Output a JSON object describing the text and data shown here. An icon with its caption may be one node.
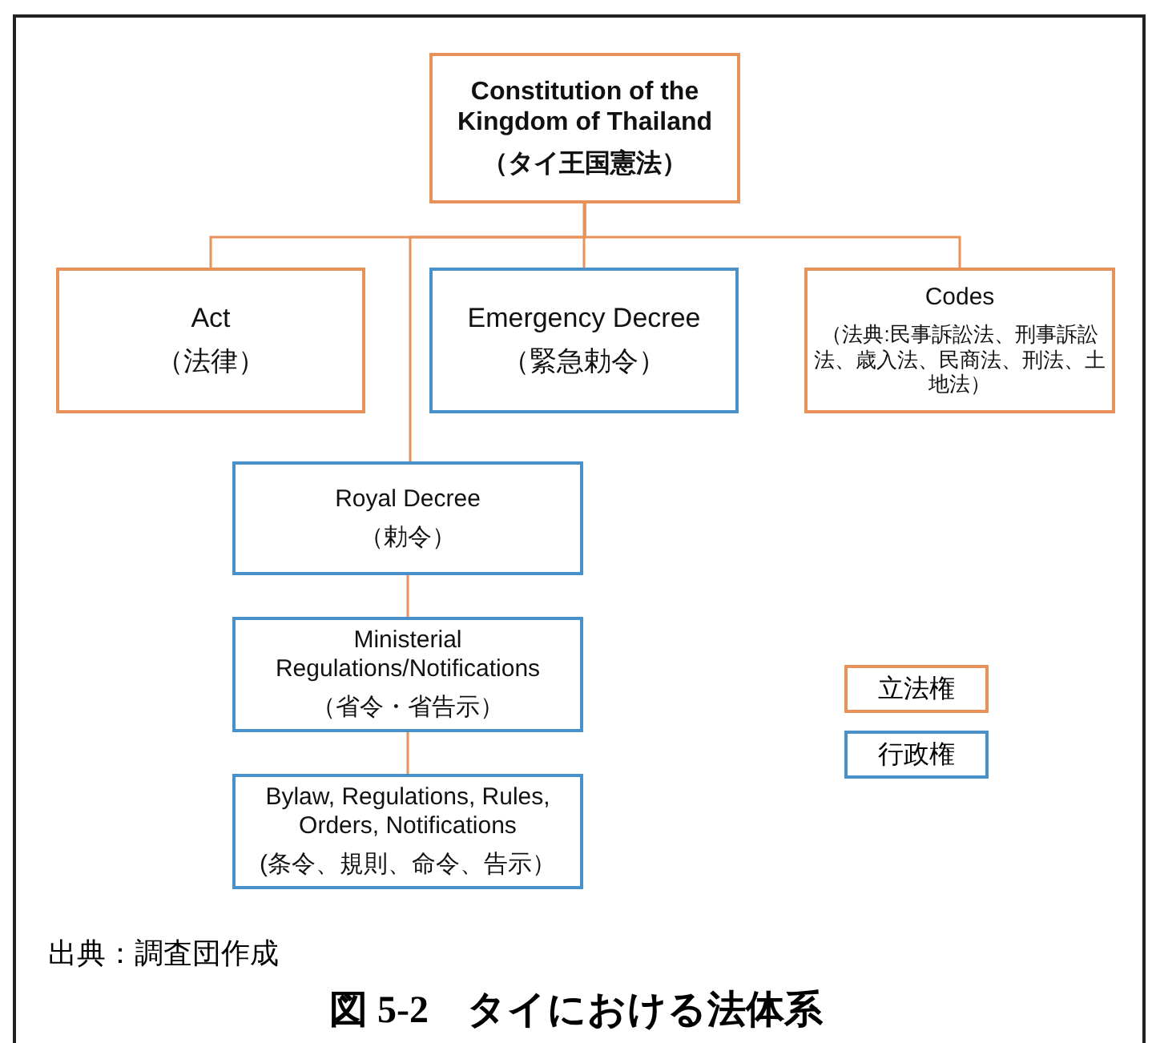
{
  "diagram": {
    "caption": "図 5-2　タイにおける法体系",
    "nodes": [
      {
        "text": [
          "Constitution of the Kingdom of Thailand",
          "（タイ王国憲法）"
        ]
      },
      {
        "text": [
          "Act",
          "（法律）"
        ]
      },
      {
        "text": [
          "Emergency Decree",
          "（緊急勅令）"
        ]
      },
      {
        "text": [
          "Codes",
          "（法典:民事訴訟法、刑事訴訟法、歳入法、民商法、刑法、土地法）"
        ]
      },
      {
        "text": [
          "Royal Decree",
          "（勅令）"
        ]
      },
      {
        "text": [
          "Ministerial Regulations/Notifications",
          "（省令・省告示）"
        ]
      },
      {
        "text": [
          "Bylaw, Regulations, Rules, Orders, Notifications",
          "(条令、規則、命令、告示）"
        ]
      }
    ],
    "edges": [
      {
        "from": 0,
        "to": 1,
        "arrow": "none"
      },
      {
        "from": 0,
        "to": 2,
        "arrow": "none"
      },
      {
        "from": 0,
        "to": 3,
        "arrow": "none"
      },
      {
        "from": 0,
        "to": 4,
        "arrow": "none"
      },
      {
        "from": 4,
        "to": 5,
        "arrow": "none"
      },
      {
        "from": 5,
        "to": 6,
        "arrow": "none"
      }
    ],
    "labels": [
      "出典：調査団作成"
    ],
    "legend": [
      {
        "text": "立法権",
        "color": "#e8915a"
      },
      {
        "text": "行政権",
        "color": "#4a90c8"
      }
    ]
  }
}
